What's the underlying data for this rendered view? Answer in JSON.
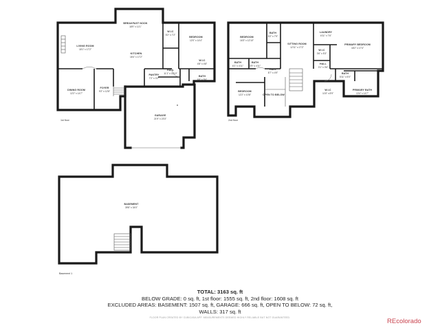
{
  "rooms": {
    "breakfast_nook": {
      "name": "BREAKFAST NOOK",
      "dim": "18'9\" x 11'1\""
    },
    "wic_first": {
      "name": "W.I.C",
      "dim": "5'2\" x 7'2\""
    },
    "bedroom_first": {
      "name": "BEDROOM",
      "dim": "12'0\" x 14'4\""
    },
    "living_room": {
      "name": "LIVING ROOM",
      "dim": "18'1\" x 17'2\""
    },
    "kitchen": {
      "name": "KITCHEN",
      "dim": "18'4\" x 17'2\""
    },
    "wic2_first": {
      "name": "W.I.C",
      "dim": "4'8\" x 4'8\""
    },
    "hall_first": {
      "name": "HALL",
      "dim": "11'1\" x 11'10\""
    },
    "pantry": {
      "name": "PANTRY",
      "dim": "7'2\" x 3'2\""
    },
    "bath_first": {
      "name": "BATH",
      "dim": "6'8\" x 5'6\""
    },
    "dining_room": {
      "name": "DINING ROOM",
      "dim": "12'2\" x 14'7\""
    },
    "foyer": {
      "name": "FOYER",
      "dim": "9'2\" x 12'8\""
    },
    "garage": {
      "name": "GARAGE",
      "dim": "21'9\" x 23'3\""
    },
    "bedroom_a": {
      "name": "BEDROOM",
      "dim": "16'3\" x 12'10\""
    },
    "bath_a": {
      "name": "BATH",
      "dim": "5'2\" x 7'9\""
    },
    "sitting_room": {
      "name": "SITTING ROOM",
      "dim": "12'11\" x 17'2\""
    },
    "laundry": {
      "name": "LAUNDRY",
      "dim": "6'11\" x 7'6\""
    },
    "wic_a": {
      "name": "W.I.C",
      "dim": "3'6\" x 5'3\""
    },
    "primary_bedroom": {
      "name": "PRIMARY BEDROOM",
      "dim": "18'2\" x 17'4\""
    },
    "bath_b": {
      "name": "BATH",
      "dim": "6'1\" x 4'11\""
    },
    "bath_c": {
      "name": "BATH",
      "dim": "3'9\" x 4'11\""
    },
    "hall_second": {
      "name": "HALL",
      "dim": "8'7\" x 4'9\""
    },
    "hall_b": {
      "name": "HALL",
      "dim": "3'1\" x 3'6\""
    },
    "bath_d": {
      "name": "BATH",
      "dim": "5'11\" x 5'0\""
    },
    "bedroom_b": {
      "name": "BEDROOM",
      "dim": "12'2\" x 10'8\""
    },
    "open_to_below": {
      "name": "OPEN TO BELOW",
      "dim": ""
    },
    "wic_b": {
      "name": "W.I.C",
      "dim": "11'8\" x 8'9\""
    },
    "primary_bath": {
      "name": "PRIMARY BATH",
      "dim": "13'4\" x 14'7\""
    },
    "basement": {
      "name": "BASEMENT",
      "dim": "39'8\" x 34'0\""
    }
  },
  "floor_labels": {
    "first": "1st floor",
    "second": "2nd floor",
    "basement": "Basement 1"
  },
  "summary": {
    "total": "TOTAL: 3163 sq. ft",
    "line1": "BELOW GRADE: 0 sq. ft, 1st floor: 1555 sq. ft, 2nd floor: 1608 sq. ft",
    "line2": "EXCLUDED AREAS: BASEMENT: 1507 sq. ft, GARAGE: 666 sq. ft, OPEN TO BELOW: 72 sq. ft,",
    "line3": "WALLS: 317 sq. ft"
  },
  "footnote": "FLOOR PLAN CREATED BY CUBICASA APP. MEASUREMENTS DEEMED HIGHLY RELIABLE BUT NOT GUARANTEED.",
  "logo": {
    "text": "REcolorado",
    "color": "#c9444f"
  }
}
